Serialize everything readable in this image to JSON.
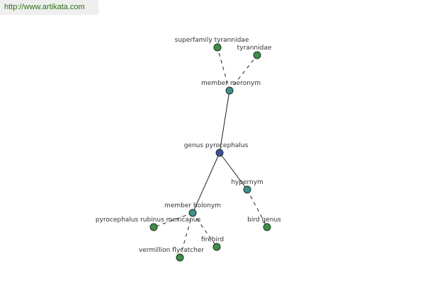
{
  "watermark": "http://www.artikata.com",
  "colors": {
    "root": "#3c4fa0",
    "relation": "#3f8f8f",
    "leaf": "#3f8f4a"
  },
  "nodes": [
    {
      "id": "genus-pyrocephalus",
      "label": "genus pyrocephalus",
      "kind": "root"
    },
    {
      "id": "member-meronym",
      "label": "member meronym",
      "kind": "relation"
    },
    {
      "id": "superfamily-tyrannidae",
      "label": "superfamily tyrannidae",
      "kind": "leaf"
    },
    {
      "id": "tyrannidae",
      "label": "tyrannidae",
      "kind": "leaf"
    },
    {
      "id": "hypernym",
      "label": "hypernym",
      "kind": "relation"
    },
    {
      "id": "bird-genus",
      "label": "bird genus",
      "kind": "leaf"
    },
    {
      "id": "member-holonym",
      "label": "member holonym",
      "kind": "relation"
    },
    {
      "id": "pyrocephalus-rubinus-mexicanus",
      "label": "pyrocephalus rubinus mexicanus",
      "kind": "leaf"
    },
    {
      "id": "vermillion-flycatcher",
      "label": "vermillion flycatcher",
      "kind": "leaf"
    },
    {
      "id": "firebird",
      "label": "firebird",
      "kind": "leaf"
    }
  ],
  "edges": [
    {
      "from": "genus-pyrocephalus",
      "to": "member-meronym",
      "style": "solid"
    },
    {
      "from": "genus-pyrocephalus",
      "to": "hypernym",
      "style": "solid"
    },
    {
      "from": "genus-pyrocephalus",
      "to": "member-holonym",
      "style": "solid"
    },
    {
      "from": "member-meronym",
      "to": "superfamily-tyrannidae",
      "style": "dashed"
    },
    {
      "from": "member-meronym",
      "to": "tyrannidae",
      "style": "dashed"
    },
    {
      "from": "hypernym",
      "to": "bird-genus",
      "style": "dashed"
    },
    {
      "from": "member-holonym",
      "to": "pyrocephalus-rubinus-mexicanus",
      "style": "dashed"
    },
    {
      "from": "member-holonym",
      "to": "vermillion-flycatcher",
      "style": "dashed"
    },
    {
      "from": "member-holonym",
      "to": "firebird",
      "style": "dashed"
    }
  ]
}
